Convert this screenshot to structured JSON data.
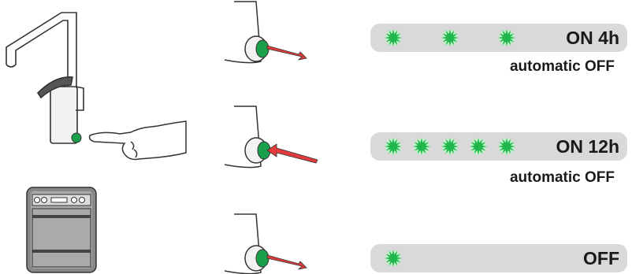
{
  "rows": [
    {
      "label": "ON 4h",
      "note": "automatic OFF",
      "leds": 3
    },
    {
      "label": "ON 12h",
      "note": "automatic OFF",
      "leds": 5
    },
    {
      "label": "OFF",
      "note": "",
      "leds": 1
    }
  ],
  "colors": {
    "led": "#1fb64a",
    "led_glow": "#bff0c8",
    "bar": "#d9d9d9",
    "arrow": "#e23b3b",
    "button": "#1aa04a"
  },
  "icons": [
    "faucet-icon",
    "pointing-hand-icon",
    "oven-icon",
    "tap-button-icon",
    "arrow-icon",
    "led-icon"
  ]
}
